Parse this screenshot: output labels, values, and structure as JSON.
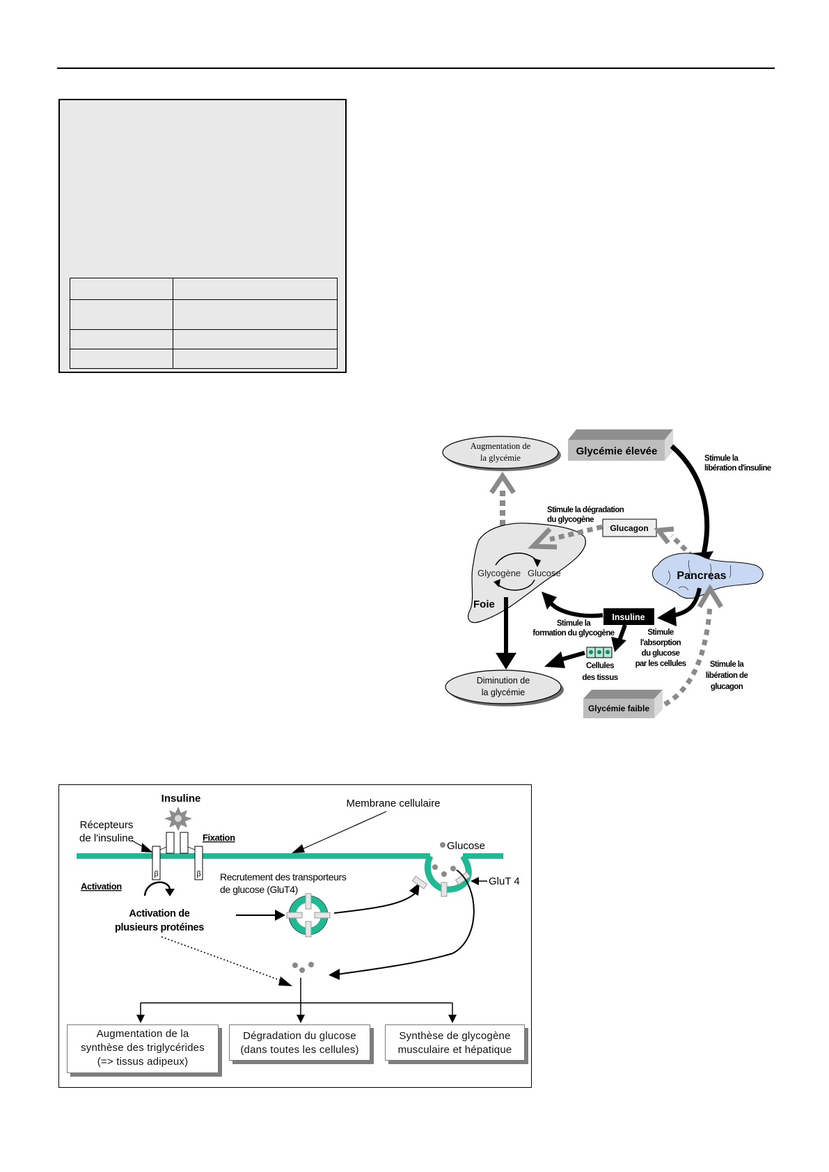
{
  "figure1": {
    "high_glycemia": "Glycémie élevée",
    "low_glycemia": "Glycémie faible",
    "increase_ellipse": [
      "Augmentation de",
      "la glycémie"
    ],
    "decrease_ellipse": [
      "Diminution de",
      "la glycémie"
    ],
    "stim_insulin_release": [
      "Stimule la",
      "libération d'insuline"
    ],
    "stim_glycogen_degradation": [
      "Stimule la dégradation",
      "du glycogène"
    ],
    "glucagon_label": "Glucagon",
    "pancreas_label": "Pancreas",
    "insulin_label": "Insuline",
    "liver_label": "Foie",
    "glycogen_label": "Glycogène",
    "glucose_label": "Glucose",
    "stim_glycogen_formation": [
      "Stimule la",
      "formation du glycogène"
    ],
    "stim_glucose_absorption": [
      "Stimule",
      "l'absorption",
      "du glucose",
      "par les cellules"
    ],
    "tissue_cells": [
      "Cellules",
      "des tissus"
    ],
    "stim_glucagon_release": [
      "Stimule la",
      "libération de",
      "glucagon"
    ],
    "colors": {
      "teal": "#1fba93",
      "pancreas_fill": "#c9d8f2",
      "liver_fill": "#e6e6e6",
      "gray_arrow": "#8a8a8a",
      "box_front": "#bdbdbd",
      "box_top": "#8c8c8c"
    }
  },
  "figure2": {
    "insulin_label": "Insuline",
    "receptors_label": [
      "Récepteurs",
      "de l'insuline"
    ],
    "fixation_label": "Fixation",
    "activation_label": "Activation",
    "beta_label": "β",
    "activation_proteins": [
      "Activation de",
      "plusieurs protéines"
    ],
    "membrane_label": "Membrane cellulaire",
    "glucose_label": "Glucose",
    "glut4_label": "GluT 4",
    "recruitment_label": [
      "Recrutement des transporteurs",
      "de glucose (GluT4)"
    ],
    "results": [
      [
        "Augmentation de la",
        "synthèse des triglycérides",
        "(=> tissus adipeux)"
      ],
      [
        "Dégradation du glucose",
        "(dans toutes les cellules)"
      ],
      [
        "Synthèse de glycogène",
        "musculaire et hépatique"
      ]
    ]
  }
}
